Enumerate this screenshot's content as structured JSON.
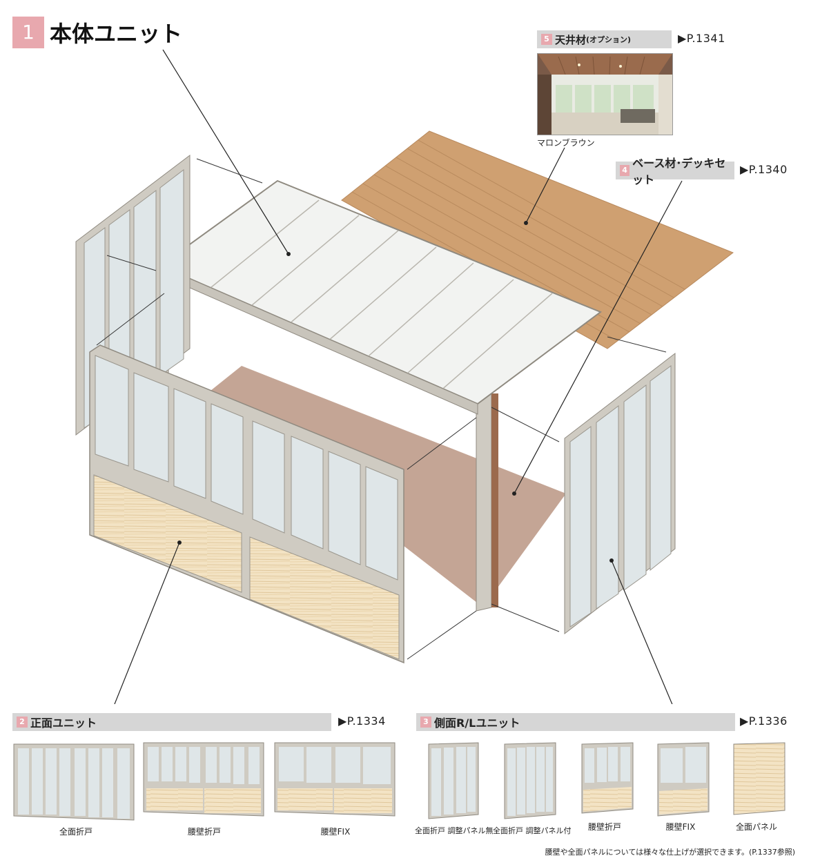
{
  "main": {
    "number": "1",
    "title": "本体ユニット"
  },
  "ceiling": {
    "number": "5",
    "title": "天井材",
    "suffix": "(オプション)",
    "pageref": "▶P.1341",
    "caption": "マロンブラウン"
  },
  "base": {
    "number": "4",
    "title": "ベース材･デッキセット",
    "pageref": "▶P.1340"
  },
  "front": {
    "number": "2",
    "title": "正面ユニット",
    "pageref": "▶P.1334",
    "items": [
      "全面折戸",
      "腰壁折戸",
      "腰壁FIX"
    ]
  },
  "side": {
    "number": "3",
    "title": "側面R/Lユニット",
    "pageref": "▶P.1336",
    "items": [
      "全面折戸 調整パネル無",
      "全面折戸 調整パネル付",
      "腰壁折戸",
      "腰壁FIX",
      "全面パネル"
    ]
  },
  "footnote": "腰壁や全面パネルについては様々な仕上げが選択できます。(P.1337参照)",
  "colors": {
    "accent_pink": "#e8a8ae",
    "bar_gray": "#d6d6d6",
    "frame": "#cfcbc2",
    "glass": "#dfe6e8",
    "deck": "#cfa071",
    "floor": "#c4a595",
    "panel": "#f3e3c4"
  }
}
